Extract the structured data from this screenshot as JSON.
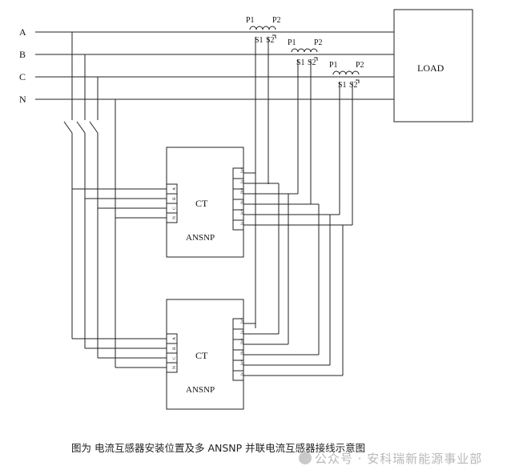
{
  "lines": [
    "A",
    "B",
    "C",
    "N"
  ],
  "load_label": "LOAD",
  "ct_modules": [
    {
      "title": "CT",
      "model": "ANSNP"
    },
    {
      "title": "CT",
      "model": "ANSNP"
    }
  ],
  "voltage_terminals": [
    "A",
    "B",
    "C",
    "N"
  ],
  "current_terminals": [
    "Ia*",
    "Ia",
    "Ib*",
    "Ib",
    "Ic*",
    "Ic"
  ],
  "transformers": [
    {
      "p1": "P1",
      "p2": "P2",
      "s1": "S1",
      "s2": "S2"
    },
    {
      "p1": "P1",
      "p2": "P2",
      "s1": "S1",
      "s2": "S2"
    },
    {
      "p1": "P1",
      "p2": "P2",
      "s1": "S1",
      "s2": "S2"
    }
  ],
  "caption": "图为  电流互感器安装位置及多 ANSNP 并联电流互感器接线示意图",
  "watermark": "公众号 · 安科瑞新能源事业部"
}
